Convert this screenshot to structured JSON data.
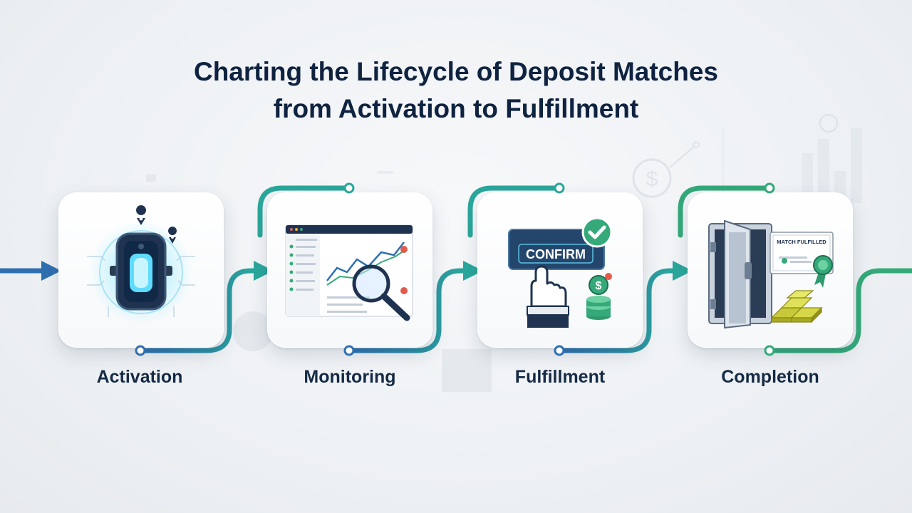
{
  "title": {
    "line1": "Charting the Lifecycle of Deposit Matches",
    "line2": "from Activation to Fulfillment"
  },
  "stages": [
    {
      "label": "Activation",
      "icon": "power-switch-icon"
    },
    {
      "label": "Monitoring",
      "icon": "dashboard-magnifier-icon"
    },
    {
      "label": "Fulfillment",
      "icon": "confirm-button-icon"
    },
    {
      "label": "Completion",
      "icon": "vault-certificate-icon"
    }
  ],
  "fulfillment_card": {
    "button_text": "CONFIRM"
  },
  "completion_card": {
    "certificate_text": "MATCH FULFILLED"
  },
  "colors": {
    "title": "#0f2340",
    "blue": "#2f6fb0",
    "green": "#35a97a",
    "teal": "#2aa79b"
  }
}
